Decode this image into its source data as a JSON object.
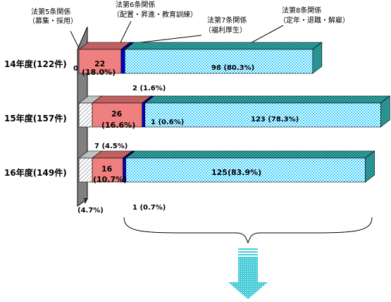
{
  "chart_data": {
    "type": "bar",
    "stacked": true,
    "orientation": "horizontal",
    "legend_position": "top",
    "colors": {
      "art5": "#ffffff",
      "art6": "#f08080",
      "art7": "#0000cc",
      "art8": "#33ccff",
      "side_wall": "#808080"
    },
    "series_labels": [
      {
        "name_line1": "法第5条関係",
        "name_line2": "（募集・採用）"
      },
      {
        "name_line1": "法第6条関係",
        "name_line2": "（配置・昇進・教育訓練）"
      },
      {
        "name_line1": "法第7条関係",
        "name_line2": "（福利厚生）"
      },
      {
        "name_line1": "法第8条関係",
        "name_line2": "（定年・退職・解雇）"
      }
    ],
    "rows": [
      {
        "label": "14年度(122件)",
        "total": 122,
        "values": [
          0,
          22,
          2,
          98
        ],
        "labels": [
          "0",
          "22",
          "2 (1.6%)",
          "98 (80.3%)"
        ],
        "pct": [
          "",
          "(18.0%)",
          "",
          ""
        ]
      },
      {
        "label": "15年度(157件)",
        "total": 157,
        "values": [
          7,
          26,
          1,
          123
        ],
        "labels": [
          "7 (4.5%)",
          "26",
          "1 (0.6%)",
          "123 (78.3%)"
        ],
        "pct": [
          "",
          "(16.6%)",
          "",
          ""
        ]
      },
      {
        "label": "16年度(149件)",
        "total": 149,
        "values": [
          7,
          16,
          1,
          125
        ],
        "labels": [
          "7",
          "16",
          "1 (0.7%)",
          "125(83.9%)"
        ],
        "pct": [
          "(4.7%)",
          "(10.7%)",
          "",
          ""
        ]
      }
    ]
  }
}
